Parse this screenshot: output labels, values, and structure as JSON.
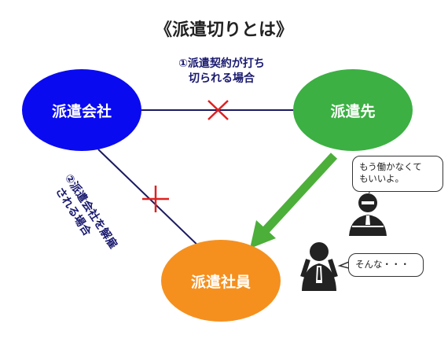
{
  "title": "《派遣切りとは》",
  "nodes": {
    "company": "派遣会社",
    "client": "派遣先",
    "employee": "派遣社員"
  },
  "labels": {
    "case1_line1": "①派遣契約が打ち",
    "case1_line2": "切られる場合",
    "case2_line1": "②派遣会社を解雇",
    "case2_line2": "される場合"
  },
  "bubbles": {
    "boss_line1": "もう働かなくて",
    "boss_line2": "もいいよ。",
    "worker": "そんな・・・"
  },
  "colors": {
    "company": "#0a0af0",
    "client": "#3cb043",
    "employee": "#f5901e",
    "arrow": "#4caf3a",
    "cut_mark": "#e02020",
    "line": "#1a1a60"
  }
}
